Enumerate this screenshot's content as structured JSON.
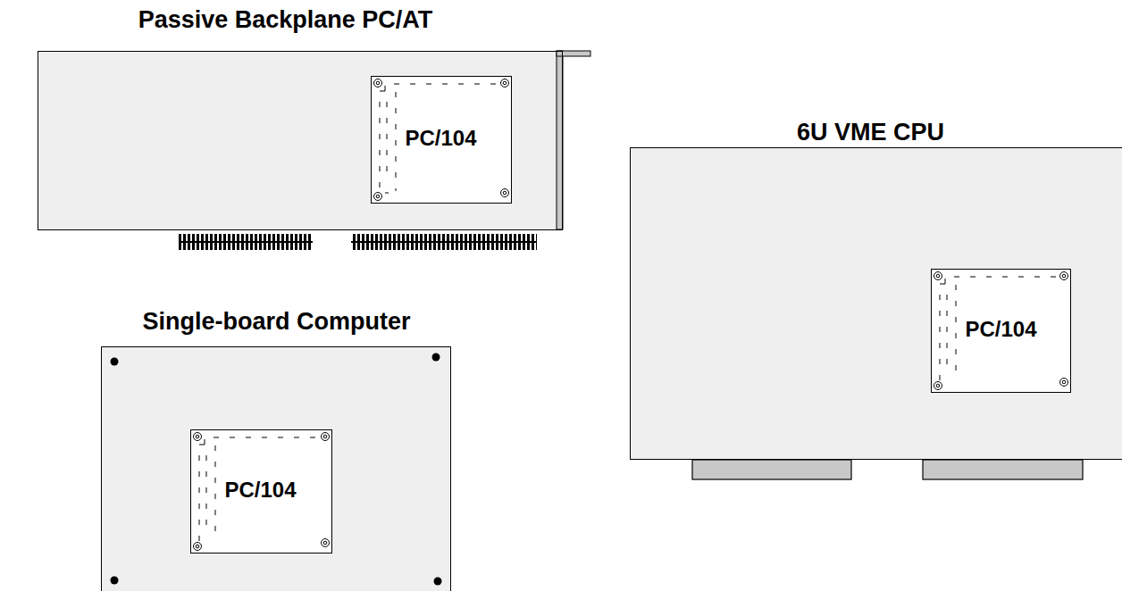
{
  "diagram": {
    "nodes": [
      {
        "text": [
          "Passive Backplane PC/AT"
        ]
      },
      {
        "text": [
          "PC/104"
        ],
        "in": 0
      },
      {
        "text": [
          "6U VME CPU"
        ]
      },
      {
        "text": [
          "PC/104"
        ],
        "in": 2
      },
      {
        "text": [
          "Single-board Computer"
        ]
      },
      {
        "text": [
          "PC/104"
        ],
        "in": 4
      }
    ]
  }
}
